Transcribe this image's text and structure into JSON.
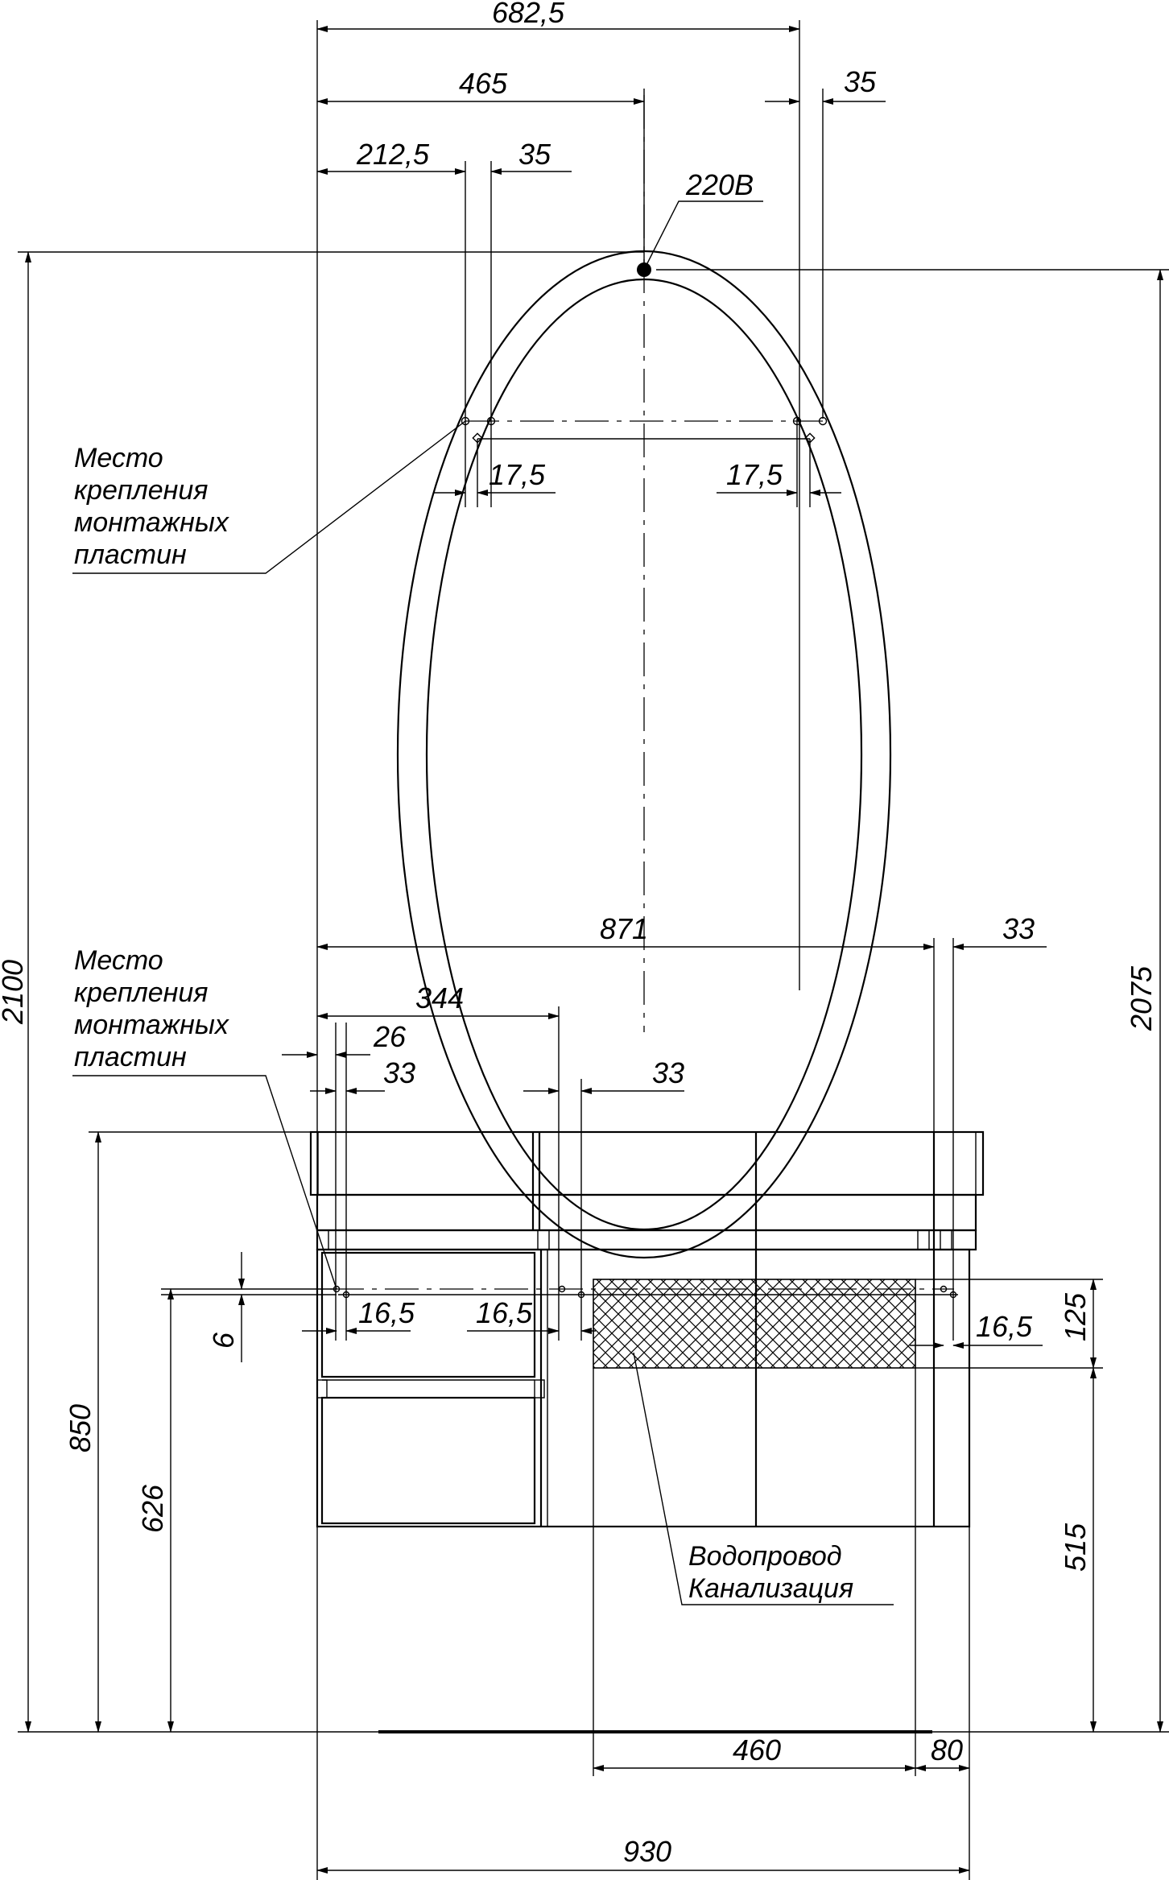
{
  "dimensions": {
    "mirror_total_width": "682,5",
    "mirror_center_offset": "465",
    "mirror_right_plate": "35",
    "mirror_left_offset": "212,5",
    "mirror_left_plate": "35",
    "mirror_plate_left": "17,5",
    "mirror_plate_right": "17,5",
    "total_height": "2100",
    "mirror_top_height": "2075",
    "cabinet_width_inner": "871",
    "cabinet_right_plate": "33",
    "cabinet_center_offset": "344",
    "cabinet_left_26": "26",
    "cabinet_left_33": "33",
    "cabinet_center_33": "33",
    "cabinet_plate_left": "16,5",
    "cabinet_plate_center": "16,5",
    "cabinet_plate_right": "16,5",
    "plate_height": "6",
    "cabinet_height": "850",
    "plate_height_floor": "626",
    "pipe_zone_height": "125",
    "pipe_zone_floor": "515",
    "pipe_zone_width": "460",
    "pipe_zone_right": "80",
    "cabinet_total_width": "930"
  },
  "labels": {
    "power": "220В",
    "mount_line1": "Место",
    "mount_line2": "крепления",
    "mount_line3": "монтажных",
    "mount_line4": "пластин",
    "water": "Водопровод",
    "sewer": "Канализация"
  },
  "colors": {
    "line": "#000000",
    "background": "#ffffff"
  }
}
